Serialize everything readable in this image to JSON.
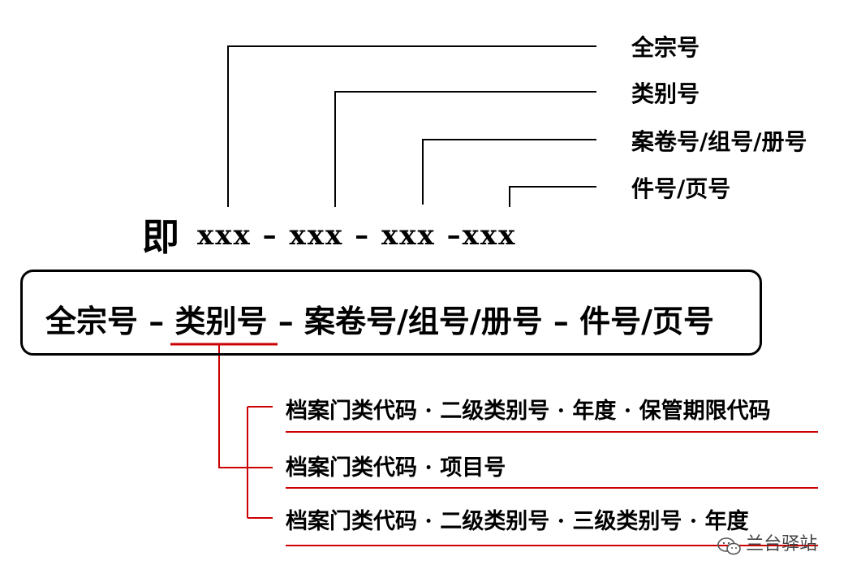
{
  "labels": {
    "fonds": "全宗号",
    "category": "类别号",
    "file": "案卷号/组号/册号",
    "item": "件号/页号"
  },
  "formula": {
    "prefix": "即",
    "pattern": "xxx – xxx – xxx –xxx"
  },
  "box": {
    "segments": [
      "全宗号 – ",
      "类别号",
      " – 案卷号/组号/册号 – 件号/页号"
    ]
  },
  "options": [
    "档案门类代码 · 二级类别号 · 年度 · 保管期限代码",
    "档案门类代码 · 项目号",
    "档案门类代码 · 二级类别号 · 三级类别号 · 年度"
  ],
  "watermark": {
    "text": "兰台驿站",
    "icon": "wechat-icon"
  },
  "colors": {
    "line": "#000000",
    "accent": "#cc0000"
  }
}
